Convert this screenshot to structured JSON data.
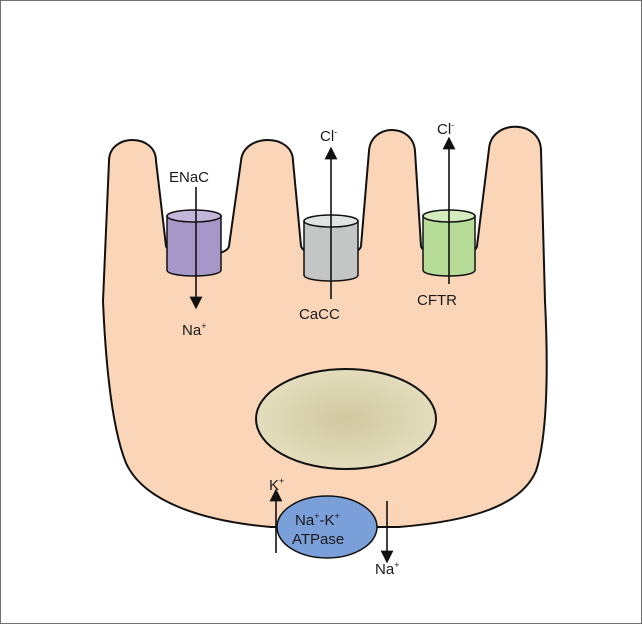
{
  "channels": {
    "enac": {
      "name": "ENaC",
      "ion": "Na",
      "ion_charge": "+"
    },
    "cacc": {
      "name": "CaCC",
      "ion": "Cl",
      "ion_charge": "-"
    },
    "cftr": {
      "name": "CFTR",
      "ion": "Cl",
      "ion_charge": "-"
    }
  },
  "pump": {
    "line1_a": "Na",
    "line1_a_charge": "+",
    "line1_sep": "-K",
    "line1_b_charge": "+",
    "line2": "ATPase",
    "in_ion": "K",
    "in_ion_charge": "+",
    "out_ion": "Na",
    "out_ion_charge": "+"
  },
  "colors": {
    "cell_fill": "#fad5b8",
    "enac": "#a797c8",
    "cacc": "#c4c6c6",
    "cftr": "#b6dc98",
    "nucleus": "#dcd6a8",
    "pump": "#7a9fd9"
  }
}
